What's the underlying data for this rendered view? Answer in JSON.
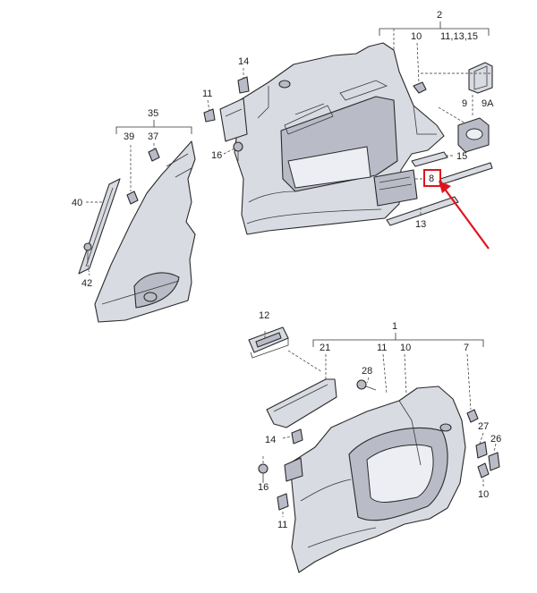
{
  "callouts": {
    "c2": "2",
    "c10_top": "10",
    "c11_13_15": "11,13,15",
    "c14_top": "14",
    "c11_top": "11",
    "c16_top": "16",
    "c9": "9",
    "c9a": "9A",
    "c15": "15",
    "c8": "8",
    "c13": "13",
    "c35": "35",
    "c39": "39",
    "c37": "37",
    "c40": "40",
    "c42": "42",
    "c12": "12",
    "c1": "1",
    "c21": "21",
    "c11_mid": "11",
    "c10_mid": "10",
    "c7": "7",
    "c28": "28",
    "c27": "27",
    "c26": "26",
    "c14_bot": "14",
    "c16_bot": "16",
    "c11_bot": "11",
    "c10_bot": "10"
  },
  "highlight": {
    "part": "8",
    "color": "#e0141e"
  },
  "colors": {
    "part_fill": "#d9dbe3",
    "outline": "#2a2a2a"
  }
}
